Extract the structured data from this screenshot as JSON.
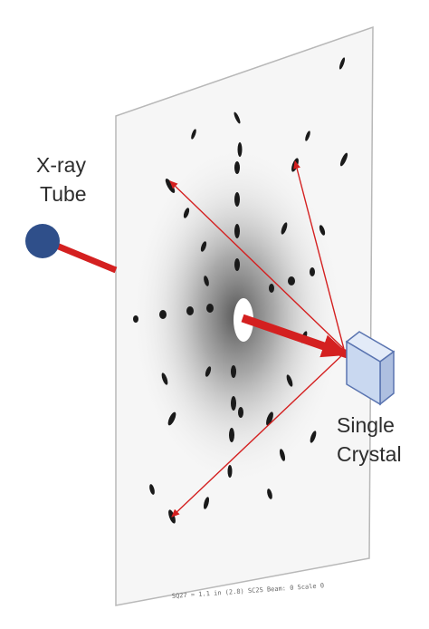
{
  "labels": {
    "source_line1": "X-ray",
    "source_line2": "Tube",
    "crystal_line1": "Single",
    "crystal_line2": "Crystal"
  },
  "detector": {
    "caption": "SQ27 = 1.1 in (2.8) SC2S Beam: 0 Scale 0"
  },
  "colors": {
    "tube": "#2f4f8a",
    "beam": "#d42020",
    "crystal_face": "#c9d8f0",
    "crystal_edge": "#5a74b0",
    "detector_fill": "#f6f6f6",
    "spot": "#1a1a1a"
  }
}
